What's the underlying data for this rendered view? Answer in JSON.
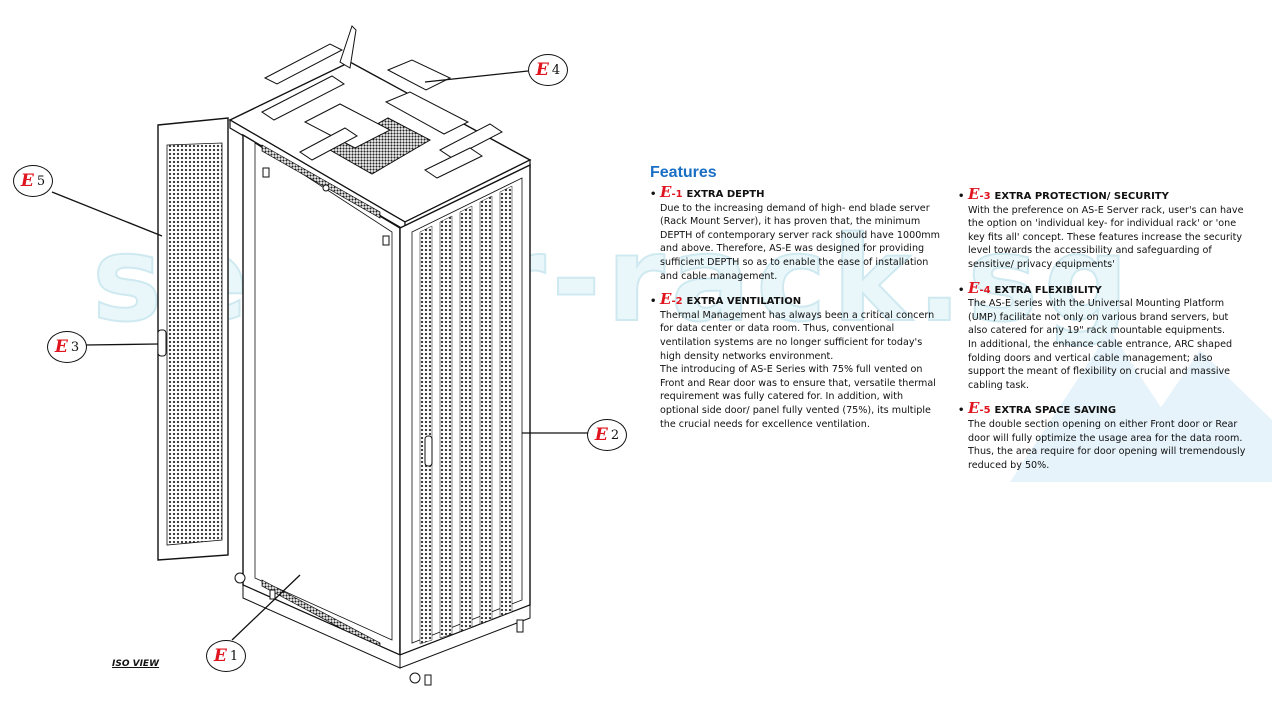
{
  "watermark": "server-rack.sg",
  "diagram": {
    "view_label": "ISO VIEW",
    "callouts": [
      {
        "mark": "E",
        "number": "1"
      },
      {
        "mark": "E",
        "number": "2"
      },
      {
        "mark": "E",
        "number": "3"
      },
      {
        "mark": "E",
        "number": "4"
      },
      {
        "mark": "E",
        "number": "5"
      }
    ]
  },
  "features": {
    "title": "Features",
    "items": [
      {
        "mark": "E",
        "num": "-1",
        "heading": "EXTRA DEPTH",
        "body": "Due to the increasing demand of high- end blade server\n(Rack Mount Server), it has proven that, the minimum\nDEPTH of contemporary server rack should have 1000mm\nand above. Therefore, AS-E was designed for providing\nsufficient DEPTH so as to enable the ease of installation\nand cable management."
      },
      {
        "mark": "E",
        "num": "-2",
        "heading": "EXTRA VENTILATION",
        "body": "Thermal Management has always been a critical concern\nfor data center or data room. Thus, conventional\nventilation systems are no longer sufficient for today's\nhigh density networks environment.\nThe introducing of AS-E Series with 75% full vented on\nFront and Rear door was to ensure that, versatile thermal\nrequirement was fully catered for. In addition, with\noptional side door/ panel fully vented (75%), its multiple\nthe crucial needs for excellence ventilation."
      },
      {
        "mark": "E",
        "num": "-3",
        "heading": "EXTRA PROTECTION/ SECURITY",
        "body": "With the preference on AS-E Server rack, user's can have\nthe option on 'individual key- for individual rack' or 'one\nkey fits all' concept. These features increase the security\nlevel towards the accessibility and safeguarding of\nsensitive/ privacy equipments'"
      },
      {
        "mark": "E",
        "num": "-4",
        "heading": "EXTRA FLEXIBILITY",
        "body": "The AS-E series with the Universal Mounting Platform\n(UMP) facilitate not only on various brand servers, but\nalso catered for any 19\" rack mountable equipments.\nIn additional, the enhance cable entrance, ARC shaped\nfolding doors and vertical cable management; also\nsupport the meant of flexibility on crucial and massive\ncabling task."
      },
      {
        "mark": "E",
        "num": "-5",
        "heading": "EXTRA SPACE SAVING",
        "body": "The double section opening on either Front door or Rear\ndoor will fully optimize the usage area for the data room.\nThus, the area require for door opening will tremendously\nreduced by 50%."
      }
    ]
  }
}
